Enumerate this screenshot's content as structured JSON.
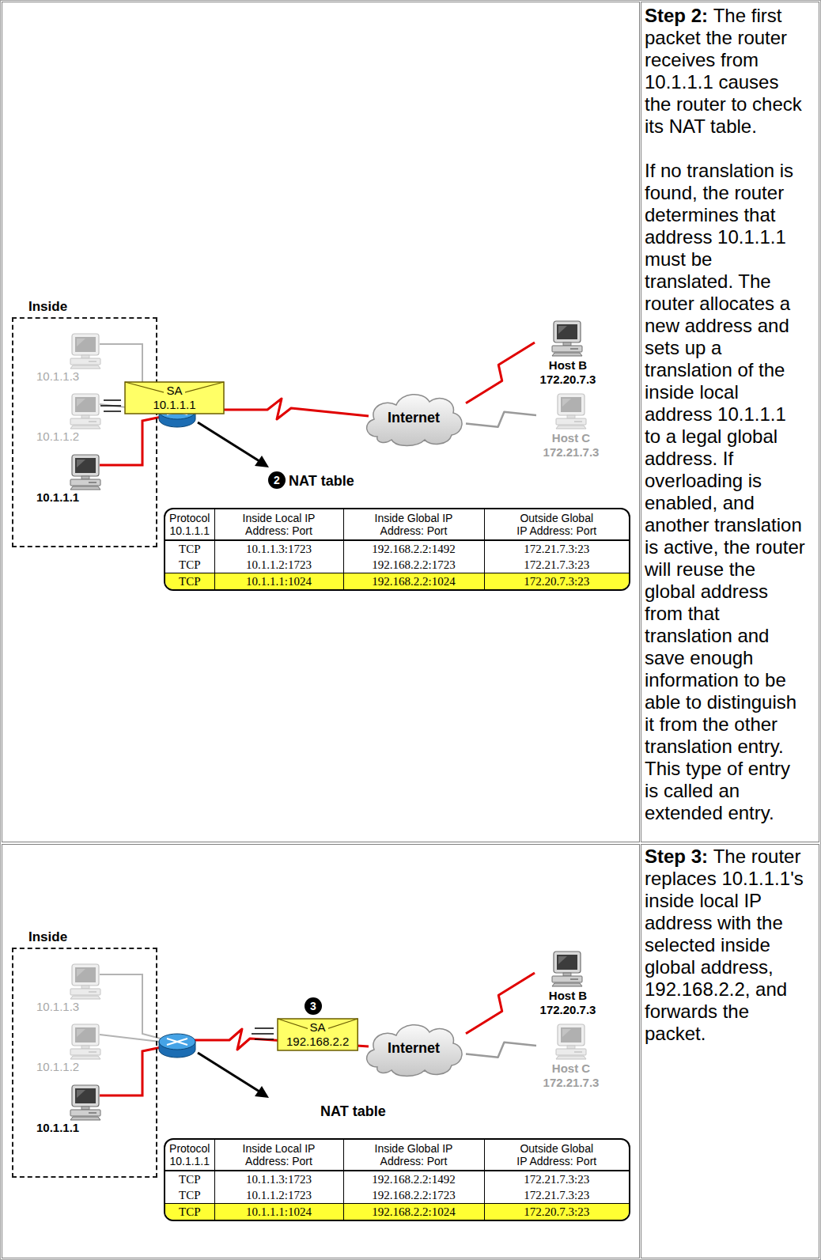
{
  "diagram": {
    "nodes": [
      {
        "text": [
          "Inside"
        ]
      },
      {
        "text": [
          "10.1.1.3"
        ],
        "in": 0
      },
      {
        "text": [
          "10.1.1.2"
        ],
        "in": 0
      },
      {
        "text": [
          "10.1.1.1"
        ],
        "in": 0
      },
      {
        "text": [
          "SA",
          "10.1.1.1"
        ]
      },
      {
        "text": [
          "Host B",
          "172.20.7.3"
        ]
      },
      {
        "text": [
          "Internet"
        ]
      },
      {
        "text": [
          "Host C",
          "172.21.7.3"
        ]
      },
      {
        "text": [
          "NAT table"
        ]
      },
      {
        "text": [
          "Inside"
        ]
      },
      {
        "text": [
          "10.1.1.3"
        ],
        "in": 9
      },
      {
        "text": [
          "10.1.1.2"
        ],
        "in": 9
      },
      {
        "text": [
          "10.1.1.1"
        ],
        "in": 9
      },
      {
        "text": [
          "SA",
          "192.168.2.2"
        ]
      },
      {
        "text": [
          "Host B",
          "172.20.7.3"
        ]
      },
      {
        "text": [
          "Internet"
        ]
      },
      {
        "text": [
          "Host C",
          "172.21.7.3"
        ]
      },
      {
        "text": [
          "NAT table"
        ]
      }
    ],
    "edges": [
      {
        "from": 6,
        "to": 5,
        "arrow": "none"
      },
      {
        "from": 6,
        "to": 7,
        "arrow": "none"
      },
      {
        "from": 15,
        "to": 14,
        "arrow": "none"
      },
      {
        "from": 15,
        "to": 16,
        "arrow": "none"
      }
    ],
    "labels": [
      "Step 2:",
      "The first packet the router receives from 10.1.1.1 causes the router to check its NAT table.",
      "If no translation is found, the router determines that address 10.1.1.1 must be translated. The router allocates a new address and sets up a translation of the inside local address 10.1.1.1 to a legal global address. If overloading is enabled, and another translation is active, the router will reuse the global address from that translation and save enough information to be able to distinguish it from the other translation entry. This type of entry is called an extended entry.",
      "2",
      "Protocol 10.1.1.1",
      "Inside Local IP Address: Port",
      "Inside Global IP Address: Port",
      "Outside Global IP Address: Port",
      "TCP",
      "10.1.1.3:1723",
      "192.168.2.2:1492",
      "172.21.7.3:23",
      "TCP",
      "10.1.1.2:1723",
      "192.168.2.2:1723",
      "172.21.7.3:23",
      "TCP",
      "10.1.1.1:1024",
      "192.168.2.2:1024",
      "172.20.7.3:23",
      "Step 3:",
      "The router replaces 10.1.1.1's inside local IP address with the selected inside global address, 192.168.2.2, and forwards the packet.",
      "3",
      "Protocol 10.1.1.1",
      "Inside Local IP Address: Port",
      "Inside Global IP Address: Port",
      "Outside Global IP Address: Port",
      "TCP",
      "10.1.1.3:1723",
      "192.168.2.2:1492",
      "172.21.7.3:23",
      "TCP",
      "10.1.1.2:1723",
      "192.168.2.2:1723",
      "172.21.7.3:23",
      "TCP",
      "10.1.1.1:1024",
      "192.168.2.2:1024",
      "172.20.7.3:23"
    ]
  }
}
